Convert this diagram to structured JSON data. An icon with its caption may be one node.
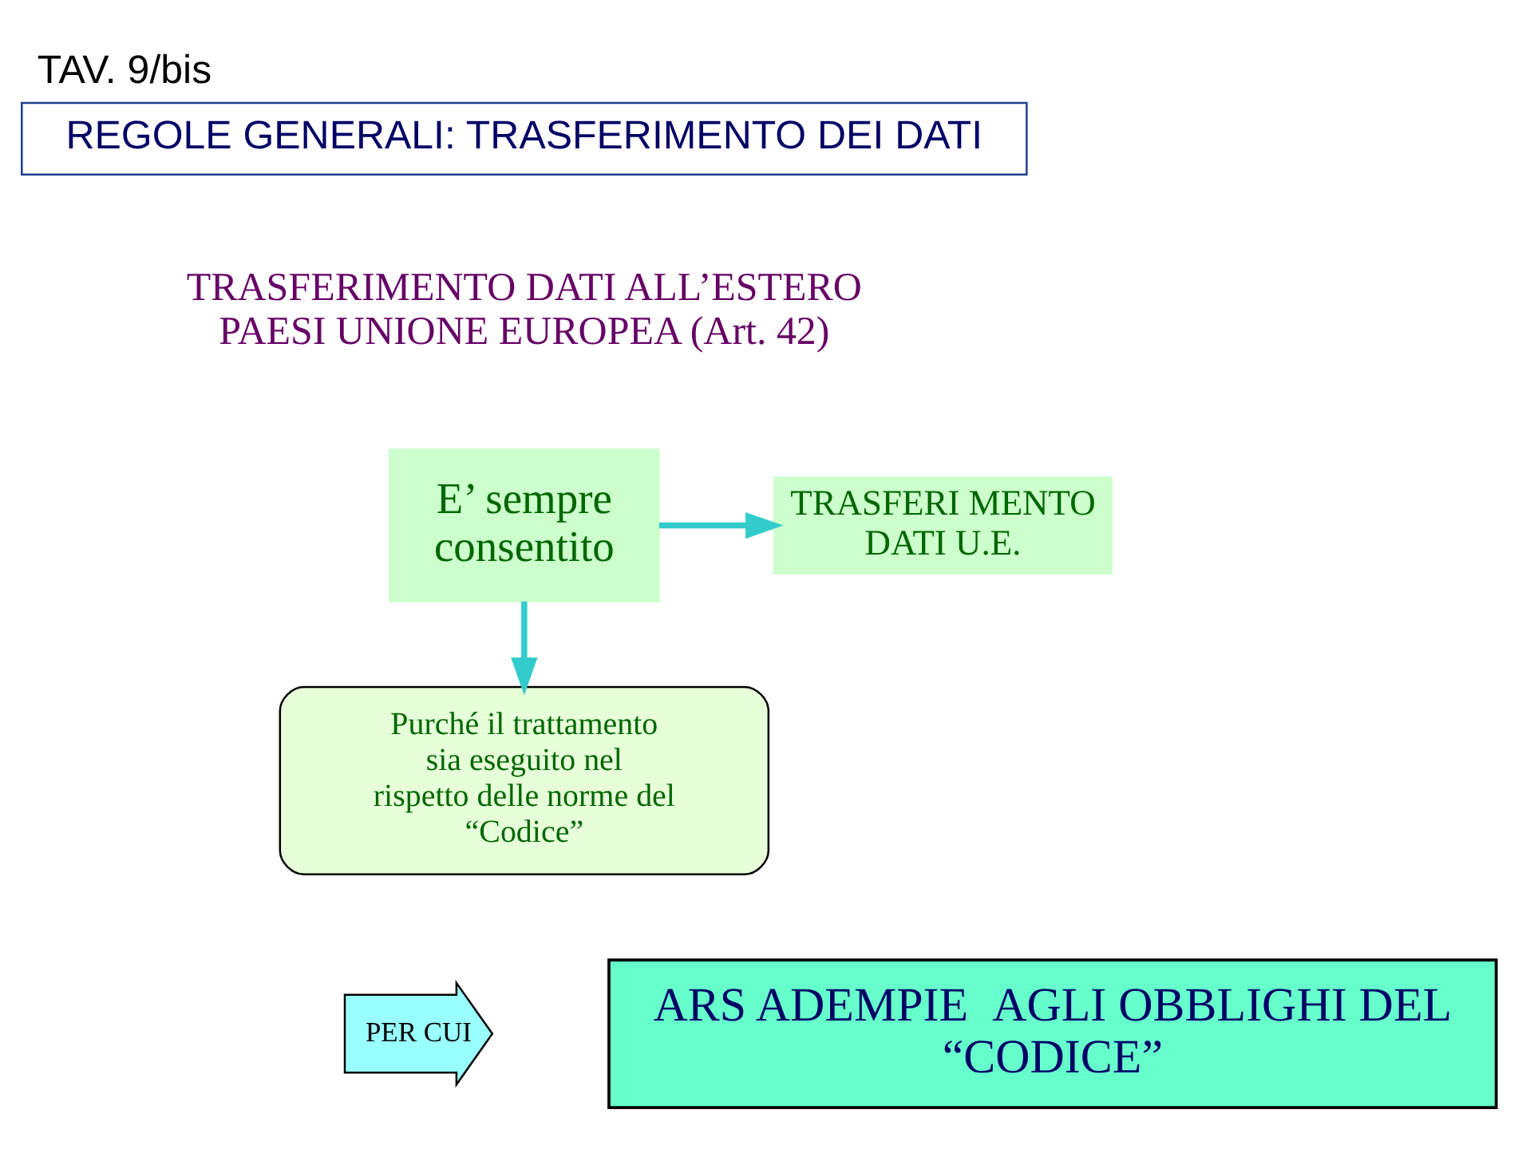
{
  "diagram": {
    "title": "TAV. 9/bis",
    "nodes": [
      {
        "text": [
          "REGOLE GENERALI: TRASFERIMENTO DEI DATI"
        ]
      },
      {
        "text": [
          "TRASFERI MENTO DATI U.E."
        ]
      },
      {
        "text": [
          "E’ sempre consentito"
        ]
      },
      {
        "text": [
          "Purché il trattamento sia eseguito nel rispetto delle norme del “Codice”"
        ]
      },
      {
        "text": [
          "PER CUI"
        ]
      },
      {
        "text": [
          "ARS ADEMPIE  AGLI OBBLIGHI DEL “CODICE”"
        ]
      }
    ],
    "edges": [
      {
        "from": 2,
        "to": 1,
        "arrow": "to"
      },
      {
        "from": 2,
        "to": 3,
        "arrow": "to"
      }
    ],
    "labels": [
      "TRASFERIMENTO DATI ALL’ESTERO PAESI UNIONE EUROPEA (Art. 42)"
    ]
  }
}
